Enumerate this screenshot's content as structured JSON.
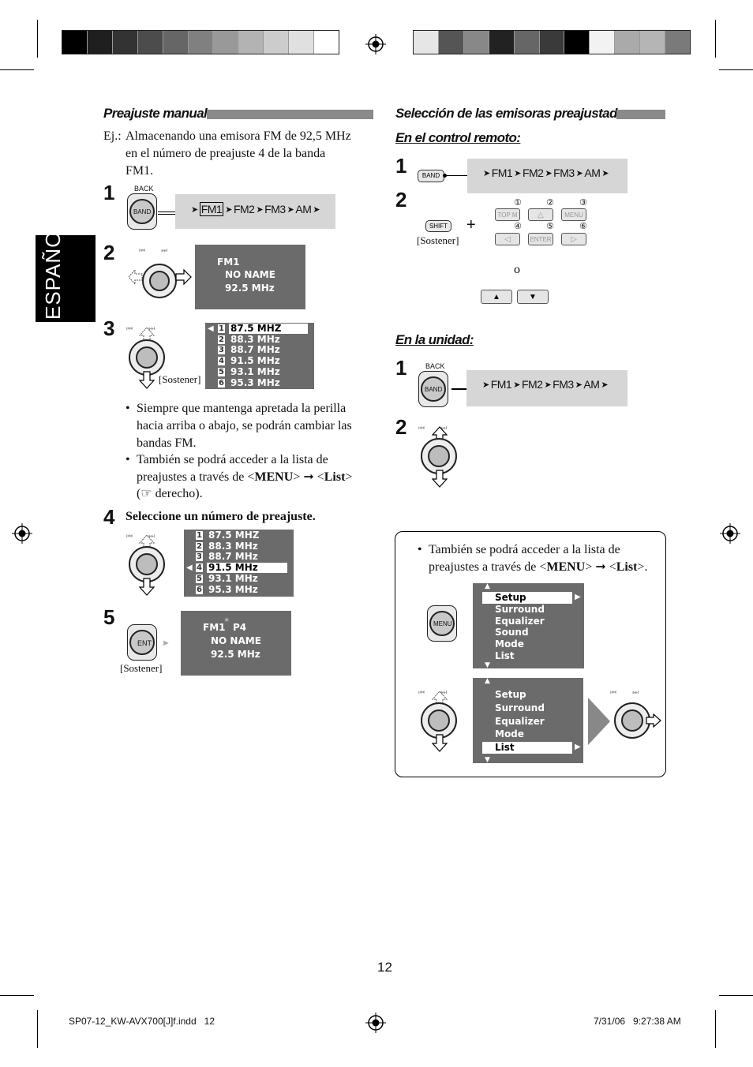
{
  "sidebar": {
    "language_tab": "ESPAÑOL"
  },
  "left": {
    "heading": "Preajuste manual",
    "example_label": "Ej.:",
    "example_text_1": "Almacenando una emisora FM de 92,5 MHz",
    "example_text_2": "en el número de preajuste 4 de la banda",
    "example_text_3": "FM1.",
    "step1": {
      "num": "1",
      "back_label": "BACK",
      "band_label": "BAND",
      "bands": [
        "FM1",
        "FM2",
        "FM3",
        "AM"
      ]
    },
    "step2": {
      "num": "2",
      "lcd_lines": [
        "FM1",
        "NO NAME",
        "92.5  MHz"
      ]
    },
    "step3": {
      "num": "3",
      "hold_label": "[Sostener]",
      "presets": [
        {
          "n": "1",
          "f": "87.5 MHZ"
        },
        {
          "n": "2",
          "f": "88.3 MHz"
        },
        {
          "n": "3",
          "f": "88.7 MHz"
        },
        {
          "n": "4",
          "f": "91.5 MHz"
        },
        {
          "n": "5",
          "f": "93.1 MHz"
        },
        {
          "n": "6",
          "f": "95.3 MHz"
        }
      ]
    },
    "bullets": [
      "Siempre que mantenga apretada la perilla hacia arriba o abajo, se podrán cambiar las bandas FM.",
      "También se podrá acceder a la lista de preajustes a través de <MENU> ➞ <List> (☞ derecho)."
    ],
    "bullet1_lines": [
      "Siempre que mantenga apretada la perilla",
      "hacia arriba o abajo, se podrán cambiar las",
      "bandas FM."
    ],
    "bullet2_line1": "También se podrá acceder a la lista de",
    "bullet2_line2a": "preajustes a través de <",
    "bullet2_menu": "MENU",
    "bullet2_line2b": "> ➞ <",
    "bullet2_list": "List",
    "bullet2_line2c": ">",
    "bullet2_line3": "(☞ derecho).",
    "step4": {
      "num": "4",
      "text": "Seleccione un número de preajuste.",
      "presets": [
        {
          "n": "1",
          "f": "87.5 MHZ"
        },
        {
          "n": "2",
          "f": "88.3 MHz"
        },
        {
          "n": "3",
          "f": "88.7 MHz"
        },
        {
          "n": "4",
          "f": "91.5 MHz"
        },
        {
          "n": "5",
          "f": "93.1 MHz"
        },
        {
          "n": "6",
          "f": "95.3 MHz"
        }
      ]
    },
    "step5": {
      "num": "5",
      "ent_label": "ENT",
      "hold_label": "[Sostener]",
      "lcd_line1a": "FM1",
      "lcd_line1b": "P4",
      "lcd_line2": "NO NAME",
      "lcd_line3": "92.5  MHz"
    }
  },
  "right": {
    "heading": "Selección de las emisoras preajustadas",
    "remote_subhead": "En el control remoto:",
    "r_step1": {
      "num": "1",
      "band_label": "BAND",
      "bands": [
        "FM1",
        "FM2",
        "FM3",
        "AM"
      ]
    },
    "r_step2": {
      "num": "2",
      "shift_label": "SHIFT",
      "hold_label": "[Sostener]",
      "plus": "+",
      "or": "o",
      "circled": [
        "①",
        "②",
        "③",
        "④",
        "⑤",
        "⑥"
      ],
      "buttons_row1": [
        "TOP M",
        "△",
        "MENU"
      ],
      "buttons_row2": [
        "◁",
        "ENTER",
        "▷"
      ]
    },
    "unit_subhead": "En la unidad:",
    "u_step1": {
      "num": "1",
      "back_label": "BACK",
      "band_label": "BAND",
      "bands": [
        "FM1",
        "FM2",
        "FM3",
        "AM"
      ]
    },
    "u_step2": {
      "num": "2"
    },
    "note_line1": "También se podrá acceder a la lista de",
    "note_line2a": "preajustes a través de <",
    "note_menu": "MENU",
    "note_line2b": "> ➞ <",
    "note_list": "List",
    "note_line2c": ">.",
    "menu_button_label": "MENU",
    "menu1": [
      "Setup",
      "Surround",
      "Equalizer",
      "Sound",
      "Mode",
      "List"
    ],
    "menu2": [
      "Setup",
      "Surround",
      "Equalizer",
      "Mode",
      "List"
    ]
  },
  "page_number": "12",
  "footer": {
    "file": "SP07-12_KW-AVX700[J]f.indd   12",
    "date": "7/31/06   9:27:38 AM"
  },
  "colors": {
    "tab": "#000000",
    "lcd": "#6b6b6b",
    "panel": "#d6d6d6"
  }
}
